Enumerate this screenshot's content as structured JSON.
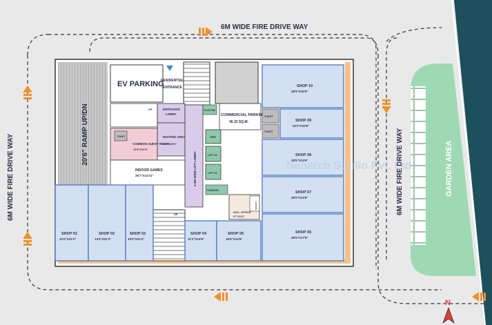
{
  "site": {
    "fire_way_top": "6M WIDE FIRE DRIVE WAY",
    "fire_way_left": "6M WIDE FIRE DRIVE WAY",
    "fire_way_right": "6M WIDE FIRE DRIVE WAY",
    "garden_area": "GARDEN AREA",
    "north": "N",
    "watermark": "Nenarch Studio Pvt. Ltd."
  },
  "areas": {
    "ramp": "20'6\" RAMP UP/DN",
    "ev_parking": "EV PARKING",
    "residential_entrance_1": "RESIDENTIAL",
    "residential_entrance_2": "ENTRANCE",
    "entrance_lobby_1": "ENTRANCE",
    "entrance_lobby_2": "LOBBY",
    "common_guest_room": "COMMON GUEST ROOM",
    "common_guest_room_dim": "13'5\"X12'0\"",
    "waiting_area": "WAITING AREA",
    "waiting_area_dim": "10'2\"X15'9\"",
    "indoor_games": "INDOOR GAMES",
    "indoor_games_dim": "26'7\"X14'11\"",
    "lift_lobby": "2.3M WIDE LIFT LOBBY",
    "fire_lift": "FIRE",
    "lift_02": "LIFT 02",
    "lift_01": "LIFT 01",
    "passage": "PASSAGE",
    "elec_room": "ELEC RM",
    "commercial_parking": "COMMERCIAL PARKING",
    "commercial_parking_area": "36.32 SQ.M.",
    "soc_office": "SOC. OFFICE",
    "soc_office_dim": "6'7\"X11'0\"",
    "toilet": "TOILET",
    "ramp_stair": "SCHAFT",
    "up": "UP"
  },
  "shops": [
    {
      "name": "SHOP 01",
      "dim": "12'0\"X21'2\""
    },
    {
      "name": "SHOP 02",
      "dim": "13'5\"X21'2\""
    },
    {
      "name": "SHOP 03",
      "dim": "10'0\"X21'2\""
    },
    {
      "name": "SHOP 04",
      "dim": "11'2\"X14'5\""
    },
    {
      "name": "SHOP 05",
      "dim": "16'5\"X14'5\""
    },
    {
      "name": "SHOP 06",
      "dim": "28'5\"X17'5\""
    },
    {
      "name": "SHOP 07",
      "dim": "28'5\"X13'5\""
    },
    {
      "name": "SHOP 08",
      "dim": "28'5\"X13'6\""
    },
    {
      "name": "SHOP 09",
      "dim": "22'0\"X10'0\""
    },
    {
      "name": "SHOP 10",
      "dim": "28'5\"X15'5\""
    }
  ],
  "colors": {
    "background": "#e9e9e9",
    "shop_fill": "#d3e0f2",
    "shop_border": "#3d6fb8",
    "lobby_fill": "#d9ccea",
    "guest_fill": "#f3cdd5",
    "lift_fill": "#8ec9a9",
    "garden_fill": "#9fd9b3",
    "road_strip": "#1d4f5c",
    "accent": "#f0922b",
    "outline": "#333333"
  }
}
